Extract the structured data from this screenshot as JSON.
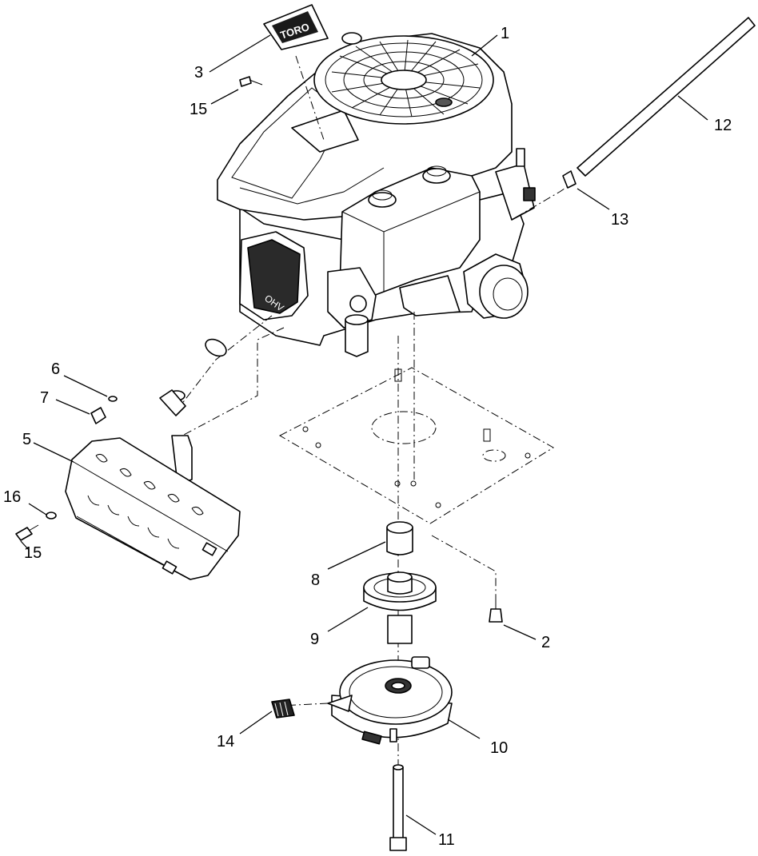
{
  "callouts": [
    {
      "id": "1",
      "label": "1"
    },
    {
      "id": "2",
      "label": "2"
    },
    {
      "id": "3",
      "label": "3"
    },
    {
      "id": "5",
      "label": "5"
    },
    {
      "id": "6",
      "label": "6"
    },
    {
      "id": "7",
      "label": "7"
    },
    {
      "id": "8",
      "label": "8"
    },
    {
      "id": "9",
      "label": "9"
    },
    {
      "id": "10",
      "label": "10"
    },
    {
      "id": "11",
      "label": "11"
    },
    {
      "id": "12",
      "label": "12"
    },
    {
      "id": "13",
      "label": "13"
    },
    {
      "id": "14",
      "label": "14"
    },
    {
      "id": "15a",
      "label": "15"
    },
    {
      "id": "15b",
      "label": "15"
    },
    {
      "id": "16",
      "label": "16"
    }
  ],
  "decal_text": "TORO",
  "engine_badge_text": "OHV"
}
